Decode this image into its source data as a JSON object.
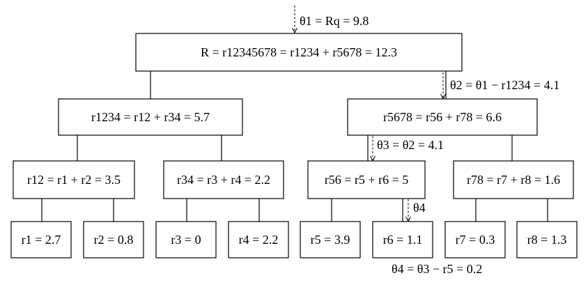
{
  "root": {
    "formula": "R = r12345678 = r1234 + r5678 = 12.3",
    "value": "12.3"
  },
  "level2": [
    {
      "id": "r1234",
      "text": "r1234 = r12 + r34 = 5.7"
    },
    {
      "id": "r5678",
      "text": "r5678 = r56 + r78 = 6.6"
    }
  ],
  "level3": [
    {
      "id": "r12",
      "text": "r12 = r1 + r2 = 3.5"
    },
    {
      "id": "r34",
      "text": "r34 = r3 + r4 = 2.2"
    },
    {
      "id": "r56",
      "text": "r56 = r5 + r6 = 5"
    },
    {
      "id": "r78",
      "text": "r78 = r7 + r8 = 1.6"
    }
  ],
  "leaves": [
    {
      "id": "r1",
      "text": "r1 = 2.7"
    },
    {
      "id": "r2",
      "text": "r2 = 0.8"
    },
    {
      "id": "r3",
      "text": "r3 = 0"
    },
    {
      "id": "r4",
      "text": "r4 = 2.2"
    },
    {
      "id": "r5",
      "text": "r5 = 3.9"
    },
    {
      "id": "r6",
      "text": "r6 = 1.1"
    },
    {
      "id": "r7",
      "text": "r7 = 0.3"
    },
    {
      "id": "r8",
      "text": "r8 = 1.3"
    }
  ],
  "annotations": {
    "theta1": "θ1 = Rq = 9.8",
    "theta2": "θ2 = θ1 − r1234 = 4.1",
    "theta3": "θ3 = θ2 = 4.1",
    "theta4_short": "θ4",
    "theta4_full": "θ4 = θ3 − r5 = 0.2"
  }
}
